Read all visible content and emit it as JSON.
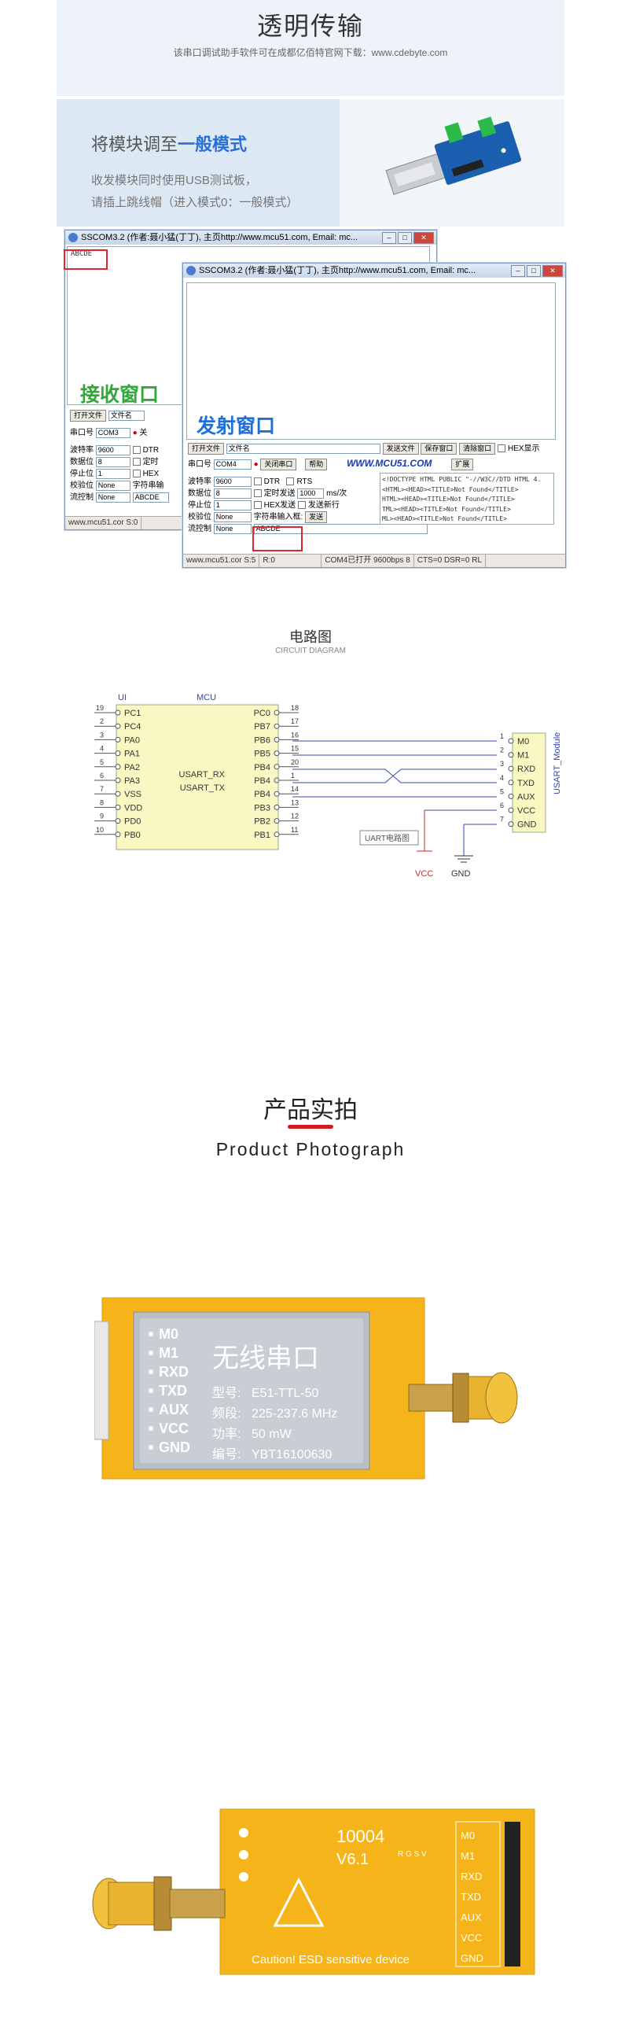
{
  "header": {
    "title": "透明传输",
    "subtitle": "该串口调试助手软件可在成都亿佰特官网下载：www.cdebyte.com"
  },
  "mode": {
    "title_prefix": "将模块调至",
    "title_highlight": "一般模式",
    "desc_line1": "收发模块同时使用USB测试板，",
    "desc_line2": "请插上跳线帽（进入模式0：一般模式）"
  },
  "receive_window": {
    "title": "SSCOM3.2 (作者:聂小猛(丁丁), 主页http://www.mcu51.com,  Email: mc...",
    "received_text": "ABCDE",
    "overlay_label": "接收窗口",
    "open_file": "打开文件",
    "file_name": "文件名",
    "port_label": "串口号",
    "port": "COM3",
    "close_fragment": "关",
    "baud_label": "波特率",
    "baud": "9600",
    "data_bits_label": "数据位",
    "data_bits": "8",
    "stop_bits_label": "停止位",
    "stop_bits": "1",
    "parity_label": "校验位",
    "parity": "None",
    "flow_label": "流控制",
    "flow": "None",
    "dtr": "DTR",
    "timer": "定时",
    "hex": "HEX",
    "input_label": "字符串输",
    "input_value": "ABCDE",
    "status": "www.mcu51.cor S:0"
  },
  "send_window": {
    "title": "SSCOM3.2 (作者:聂小猛(丁丁), 主页http://www.mcu51.com,  Email: mc...",
    "overlay_label": "发射窗口",
    "open_file": "打开文件",
    "file_name": "文件名",
    "send_file": "发送文件",
    "save_window": "保存窗口",
    "clear_window": "清除窗口",
    "hex_show": "HEX显示",
    "port_label": "串口号",
    "port": "COM4",
    "close_port": "关闭串口",
    "help": "帮助",
    "brand": "WWW.MCU51.COM",
    "expand": "扩展",
    "baud_label": "波特率",
    "baud": "9600",
    "data_bits_label": "数据位",
    "data_bits": "8",
    "stop_bits_label": "停止位",
    "stop_bits": "1",
    "parity_label": "校验位",
    "parity": "None",
    "flow_label": "流控制",
    "flow": "None",
    "dtr": "DTR",
    "rts": "RTS",
    "timed_send": "定时发送",
    "interval": "1000",
    "interval_unit": "ms/次",
    "hex_send": "HEX发送",
    "send_newline": "发送新行",
    "input_label": "字符串输入框:",
    "send": "发送",
    "input_value": "ABCDE",
    "ad_lines": [
      "<!DOCTYPE HTML PUBLIC \"-//W3C//DTD HTML 4.",
      "<HTML><HEAD><TITLE>Not Found</TITLE>",
      "HTML><HEAD><TITLE>Not Found</TITLE>",
      "TML><HEAD><TITLE>Not Found</TITLE>",
      "ML><HEAD><TITLE>Not Found</TITLE>"
    ],
    "status": [
      "www.mcu51.cor S:5",
      "R:0",
      "COM4已打开  9600bps  8",
      "CTS=0 DSR=0 RL"
    ]
  },
  "circuit": {
    "title": "电路图",
    "subtitle": "CIRCUIT DIAGRAM",
    "ui_label": "UI",
    "mcu_label": "MCU",
    "left_pins": [
      {
        "num": "19",
        "name": "PC1"
      },
      {
        "num": "2",
        "name": "PC4"
      },
      {
        "num": "3",
        "name": "PA0"
      },
      {
        "num": "4",
        "name": "PA1"
      },
      {
        "num": "5",
        "name": "PA2"
      },
      {
        "num": "6",
        "name": "PA3"
      },
      {
        "num": "7",
        "name": "VSS"
      },
      {
        "num": "8",
        "name": "VDD"
      },
      {
        "num": "9",
        "name": "PD0"
      },
      {
        "num": "10",
        "name": "PB0"
      }
    ],
    "right_pins": [
      {
        "num": "18",
        "name": "PC0"
      },
      {
        "num": "17",
        "name": "PB7"
      },
      {
        "num": "16",
        "name": "PB6"
      },
      {
        "num": "15",
        "name": "PB5"
      },
      {
        "num": "20",
        "name": "PB4"
      },
      {
        "num": "1",
        "name": "PB4"
      },
      {
        "num": "14",
        "name": "PB4"
      },
      {
        "num": "13",
        "name": "PB3"
      },
      {
        "num": "12",
        "name": "PB2"
      },
      {
        "num": "11",
        "name": "PB1"
      }
    ],
    "usart_rx": "USART_RX",
    "usart_tx": "USART_TX",
    "module_pins": [
      {
        "num": "1",
        "name": "M0"
      },
      {
        "num": "2",
        "name": "M1"
      },
      {
        "num": "3",
        "name": "RXD"
      },
      {
        "num": "4",
        "name": "TXD"
      },
      {
        "num": "5",
        "name": "AUX"
      },
      {
        "num": "6",
        "name": "VCC"
      },
      {
        "num": "7",
        "name": "GND"
      }
    ],
    "module_label": "USART_Module",
    "uart_label": "UART电路图",
    "vcc": "VCC",
    "gnd": "GND"
  },
  "product": {
    "title": "产品实拍",
    "subtitle": "Product Photograph",
    "photo1": {
      "pins": [
        "M0",
        "M1",
        "RXD",
        "TXD",
        "AUX",
        "VCC",
        "GND"
      ],
      "shield_title": "无线串口",
      "model_label": "型号:",
      "model": "E51-TTL-50",
      "band_label": "频段:",
      "band": "225-237.6 MHz",
      "power_label": "功率:",
      "power": "50 mW",
      "serial_label": "编号:",
      "serial": "YBT16100630"
    },
    "photo2": {
      "code": "10004",
      "version": "V6.1",
      "silk": "R G S V",
      "caution": "Caution! ESD sensitive device",
      "pins": [
        "M0",
        "M1",
        "RXD",
        "TXD",
        "AUX",
        "VCC",
        "GND"
      ]
    }
  },
  "colors": {
    "accent_blue": "#2a6fd6",
    "receive_green": "#32a83a",
    "send_blue": "#1f6fd8",
    "red": "#d01c1f",
    "board_yellow": "#f4b41a",
    "wire_blue": "#3347a8"
  }
}
